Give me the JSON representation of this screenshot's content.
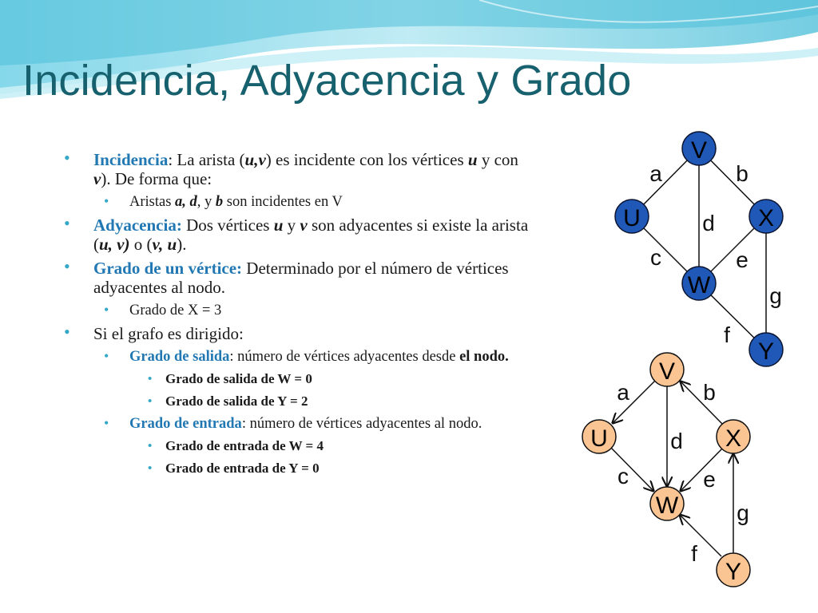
{
  "title": "Incidencia, Adyacencia y Grado",
  "bullets": {
    "incidencia": {
      "term": "Incidencia",
      "t1": ": La arista (",
      "u": "u,v",
      "t2": ") es incidente con los vértices ",
      "a": "u",
      "t3": " y con ",
      "b": "v",
      "t4": "). De forma que:",
      "sub": {
        "t1": "Aristas ",
        "edges": "a, d",
        "t2": ", y ",
        "last": "b",
        "t3": " son incidentes en V"
      }
    },
    "adyacencia": {
      "term": "Adyacencia:",
      "t1": " Dos vértices ",
      "u": "u",
      "t2": " y ",
      "v": "v",
      "t3": " son adyacentes si existe la arista (",
      "p1": "u, v)",
      "t4": " o (",
      "p2": "v, u",
      "t5": ")."
    },
    "grado": {
      "term": "Grado de un vértice:",
      "text": " Determinado por el número de vértices adyacentes al nodo.",
      "sub": "Grado de X = 3"
    },
    "dirigido": {
      "text": "Si el grafo es dirigido:",
      "salida": {
        "term": "Grado de salida",
        "t1": ": número de vértices adyacentes desde ",
        "bold": "el nodo.",
        "items": [
          "Grado de salida de W = 0",
          "Grado de salida de Y = 2"
        ]
      },
      "entrada": {
        "term": "Grado de entrada",
        "t1": ": número de vértices adyacentes al nodo.",
        "items": [
          "Grado de entrada de W = 4",
          "Grado de entrada de Y = 0"
        ]
      }
    }
  },
  "graph_undirected": {
    "node_fill": "#1f58b6",
    "node_labels": {
      "V": "V",
      "U": "U",
      "X": "X",
      "W": "W",
      "Y": "Y"
    },
    "edge_labels": {
      "a": "a",
      "b": "b",
      "c": "c",
      "d": "d",
      "e": "e",
      "f": "f",
      "g": "g"
    }
  },
  "graph_directed": {
    "node_fill": "#fbc493",
    "node_labels": {
      "V": "V",
      "U": "U",
      "X": "X",
      "W": "W",
      "Y": "Y"
    },
    "edge_labels": {
      "a": "a",
      "b": "b",
      "c": "c",
      "d": "d",
      "e": "e",
      "f": "f",
      "g": "g"
    }
  },
  "colors": {
    "title": "#17606e",
    "keyword": "#2278b3",
    "bullet": "#35a8c8"
  }
}
